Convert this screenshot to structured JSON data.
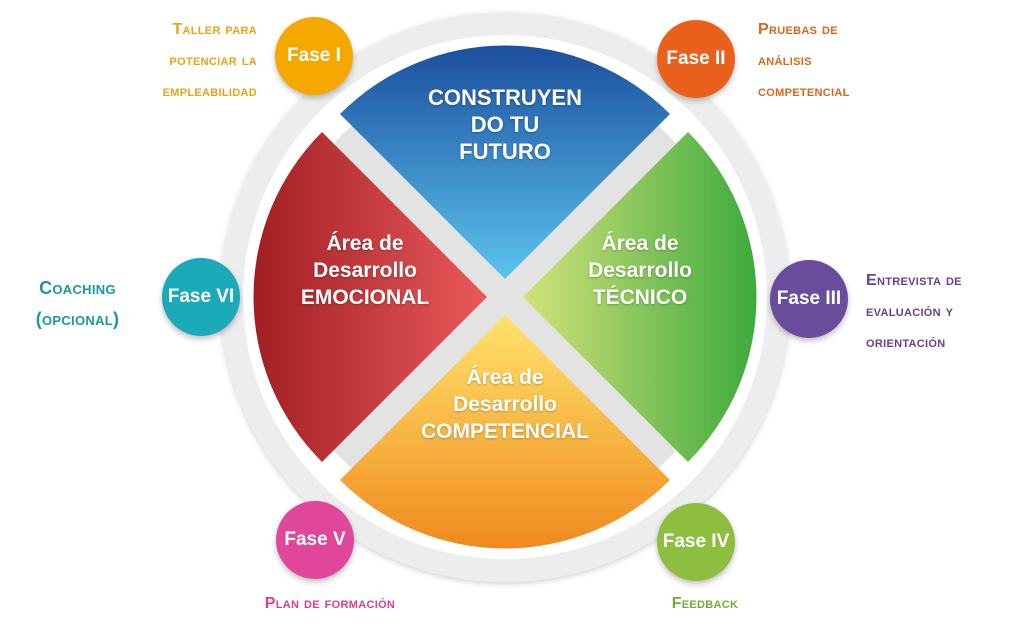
{
  "center": {
    "top": "CONSTRUYEN\nDO TU\nFUTURO",
    "left": "Área de\nDesarrollo\nEMOCIONAL",
    "right": "Área de\nDesarrollo\nTÉCNICO",
    "bottom": "Área de\nDesarrollo\nCOMPETENCIAL"
  },
  "phases": [
    {
      "id": "fase-1",
      "label": "Fase I",
      "description": "Taller para\npotenciar la\nempleabilidad",
      "color": "#F5A800"
    },
    {
      "id": "fase-2",
      "label": "Fase II",
      "description": "Pruebas de\nanálisis\ncompetencial",
      "color": "#E8601C"
    },
    {
      "id": "fase-3",
      "label": "Fase III",
      "description": "Entrevista de\nevaluación y\norientación",
      "color": "#6A4C9C"
    },
    {
      "id": "fase-4",
      "label": "Fase IV",
      "description": "Feedback",
      "color": "#8DBE3F"
    },
    {
      "id": "fase-5",
      "label": "Fase V",
      "description": "Plan de formación",
      "color": "#E0479A"
    },
    {
      "id": "fase-6",
      "label": "Fase VI",
      "description": "Coaching\n(opcional)",
      "color": "#1BAAB8"
    }
  ],
  "colors": {
    "top_light": "#5BC4EE",
    "top_dark": "#1B4E9E",
    "left_light": "#E9595B",
    "left_dark": "#A11F24",
    "right_light": "#D3E27A",
    "right_dark": "#3DAA3D",
    "bottom_light": "#FFE36B",
    "bottom_dark": "#F08A1E"
  }
}
